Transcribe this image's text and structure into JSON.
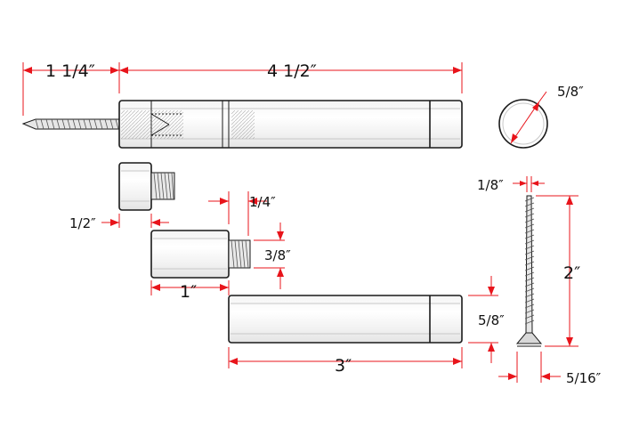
{
  "dimensions": {
    "screw_length": "1 1/4″",
    "main_length": "4 1/2″",
    "diameter": "5/8″",
    "end_cap_length": "1/2″",
    "thread_length": "1/4″",
    "thread_diameter": "3/8″",
    "middle_length": "1″",
    "short_tube_length": "3″",
    "tube_height": "5/8″",
    "screw_shank": "1/8″",
    "screw_total": "2″",
    "screw_head": "5/16″"
  },
  "colors": {
    "dimension": "#e8141b",
    "outline": "#1a1a1a"
  }
}
